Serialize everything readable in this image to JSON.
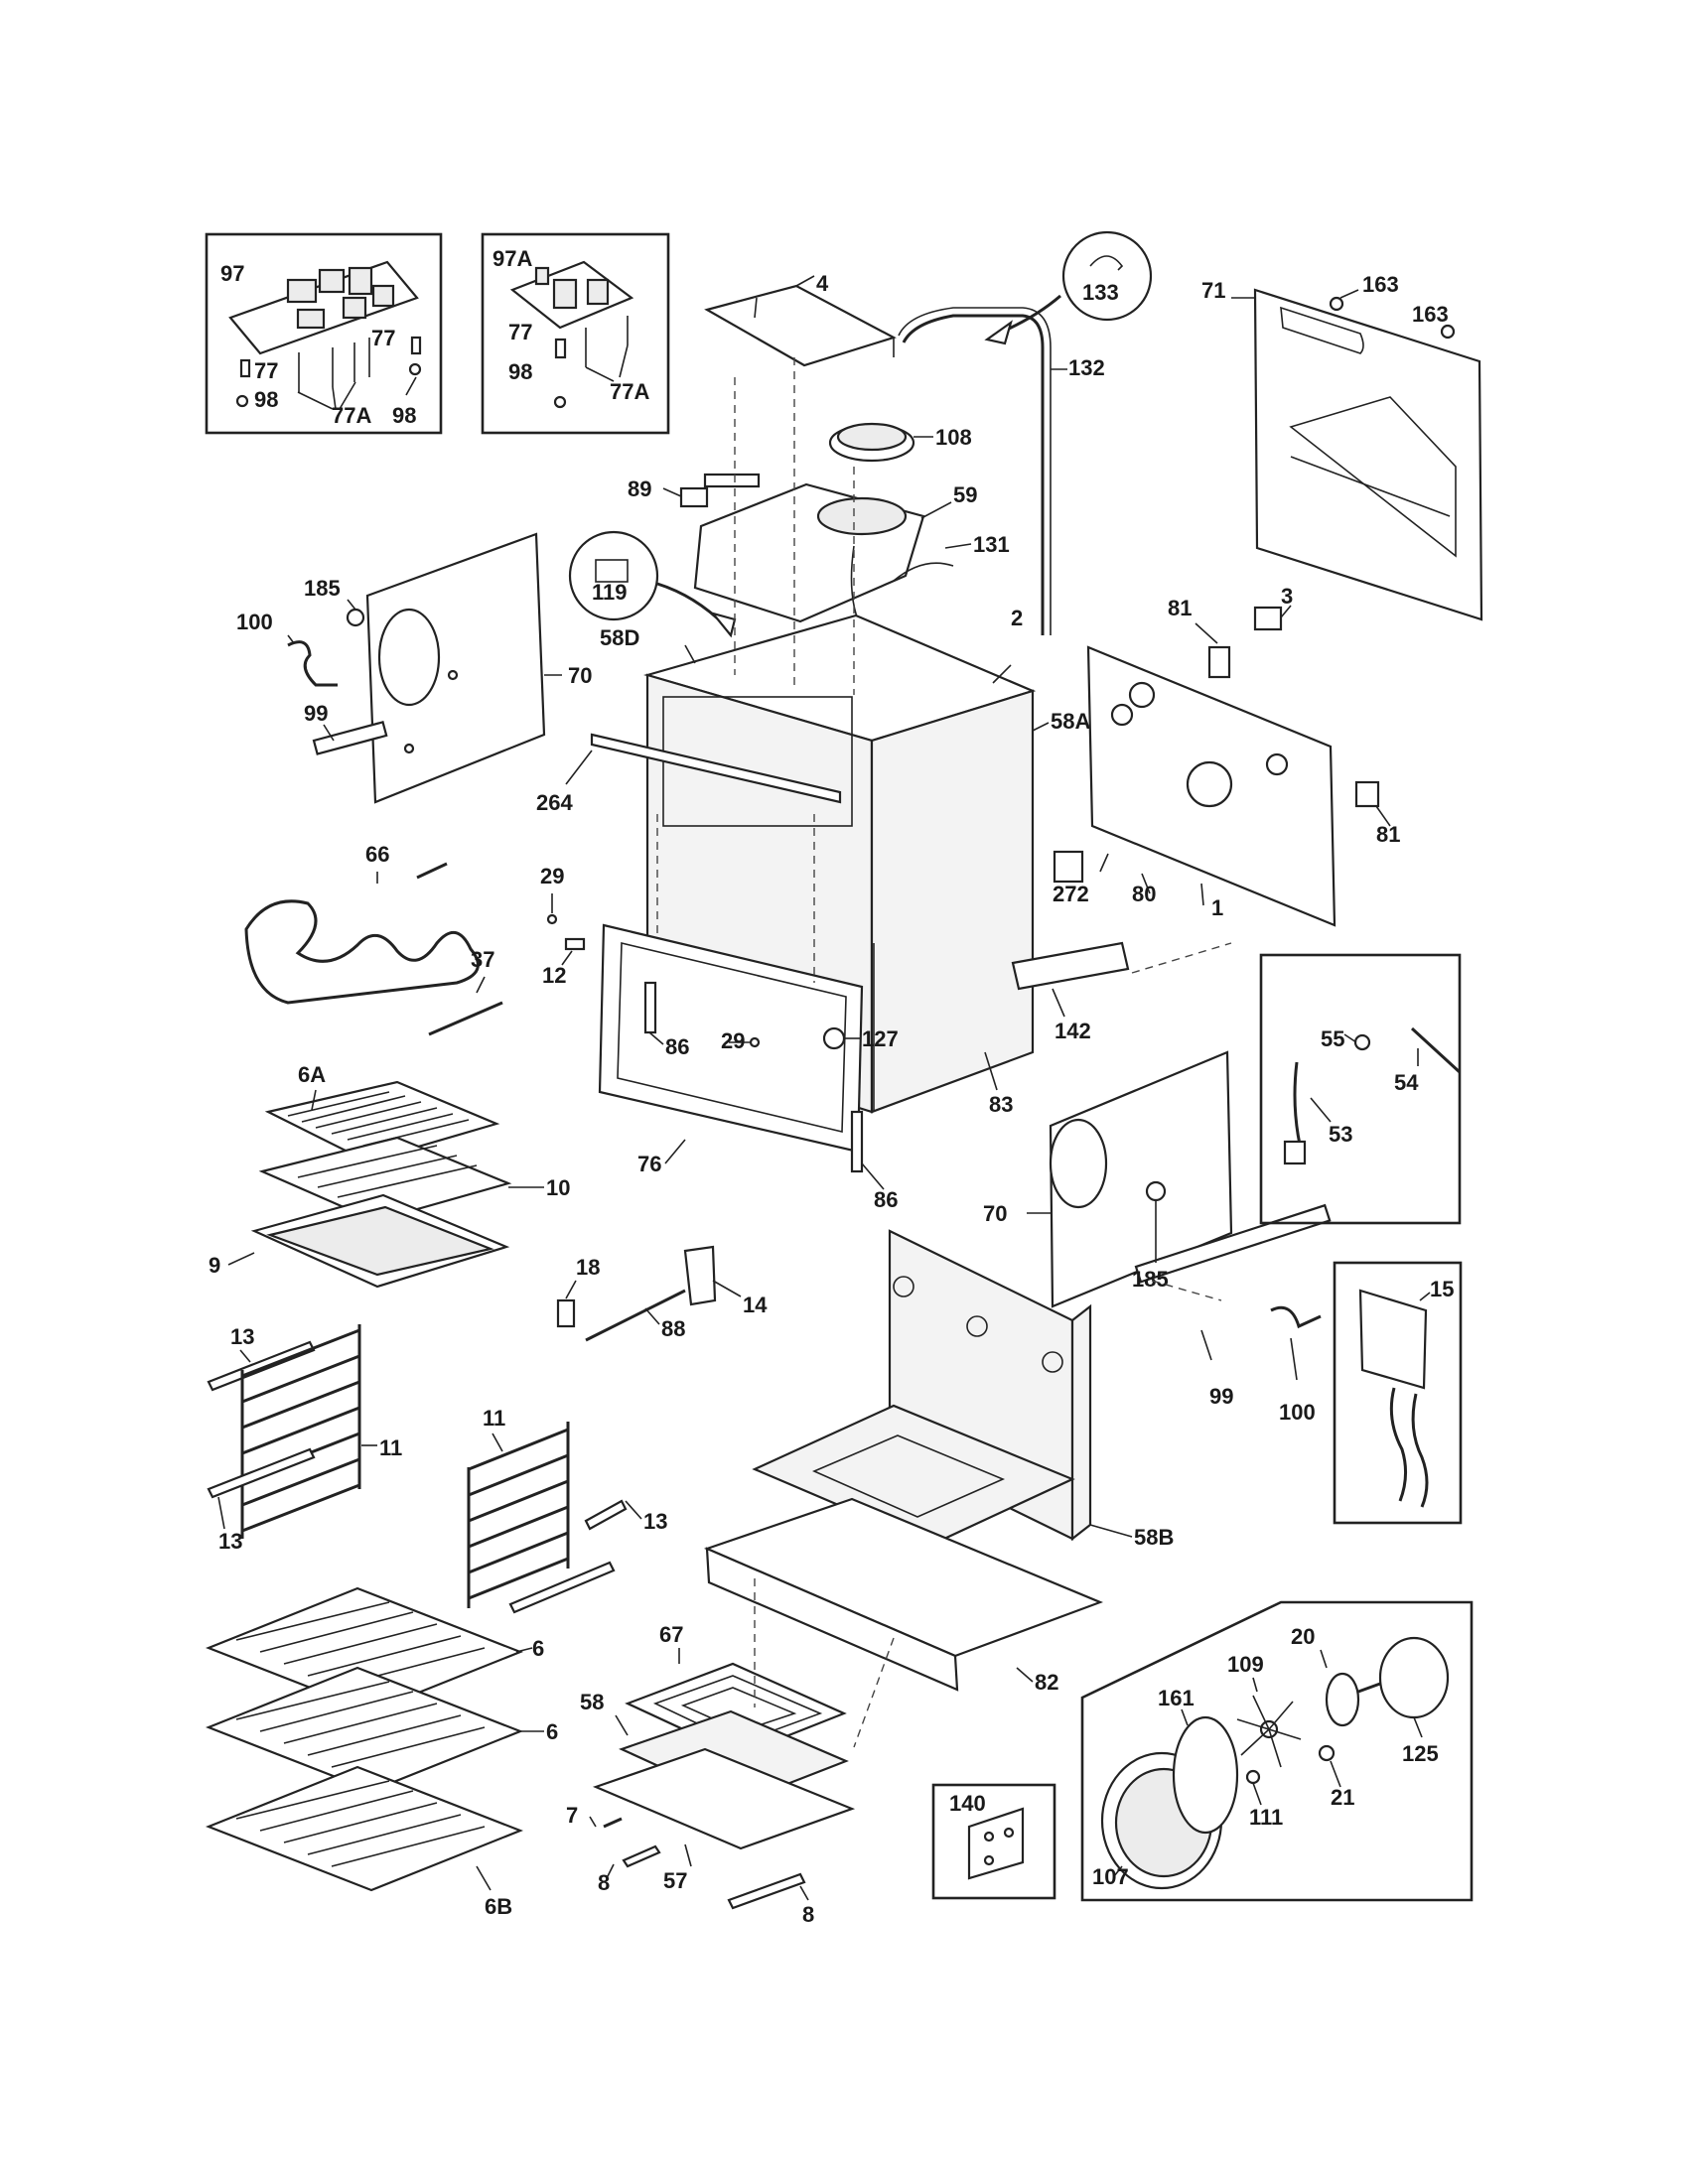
{
  "labels": {
    "l97": "97",
    "l97A": "97A",
    "l77a": "77",
    "l77b": "77",
    "l98a": "98",
    "l77Aa": "77A",
    "l98b": "98",
    "l77c": "77",
    "l98c": "98",
    "l77Ab": "77A",
    "l4": "4",
    "l133": "133",
    "l163a": "163",
    "l163b": "163",
    "l71": "71",
    "l108": "108",
    "l89": "89",
    "l59": "59",
    "l132": "132",
    "l131": "131",
    "l119": "119",
    "l185a": "185",
    "l100a": "100",
    "l70a": "70",
    "l99a": "99",
    "l58D": "58D",
    "l2": "2",
    "l81a": "81",
    "l3": "3",
    "l58A": "58A",
    "l81b": "81",
    "l264": "264",
    "l66": "66",
    "l29a": "29",
    "l272": "272",
    "l80": "80",
    "l1": "1",
    "l12": "12",
    "l37": "37",
    "l29b": "29",
    "l127": "127",
    "l142": "142",
    "l55": "55",
    "l54": "54",
    "l53": "53",
    "l6A": "6A",
    "l86a": "86",
    "l83": "83",
    "l76": "76",
    "l10": "10",
    "l86b": "86",
    "l70b": "70",
    "l185b": "185",
    "l9": "9",
    "l18": "18",
    "l14": "14",
    "l88": "88",
    "l15": "15",
    "l13a": "13",
    "l99b": "99",
    "l100b": "100",
    "l11a": "11",
    "l11b": "11",
    "l13b": "13",
    "l13c": "13",
    "l58B": "58B",
    "l6a": "6",
    "l6b": "6",
    "l67": "67",
    "l20": "20",
    "l109": "109",
    "l161": "161",
    "l82": "82",
    "l58": "58",
    "l21": "21",
    "l125": "125",
    "l111": "111",
    "l7": "7",
    "l140": "140",
    "l8a": "8",
    "l57": "57",
    "l8b": "8",
    "l107": "107",
    "l6B": "6B"
  }
}
